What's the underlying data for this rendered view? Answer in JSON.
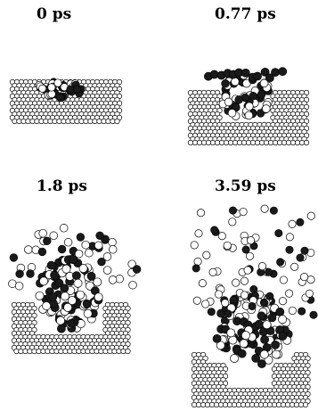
{
  "panels": [
    {
      "label": "0 ps"
    },
    {
      "label": "0.77 ps"
    },
    {
      "label": "1.8 ps"
    },
    {
      "label": "3.59 ps"
    }
  ],
  "colors": {
    "atom_outline": "#000000",
    "atom_fill": "#ffffff",
    "ion_fill": "#1a1a1a"
  }
}
